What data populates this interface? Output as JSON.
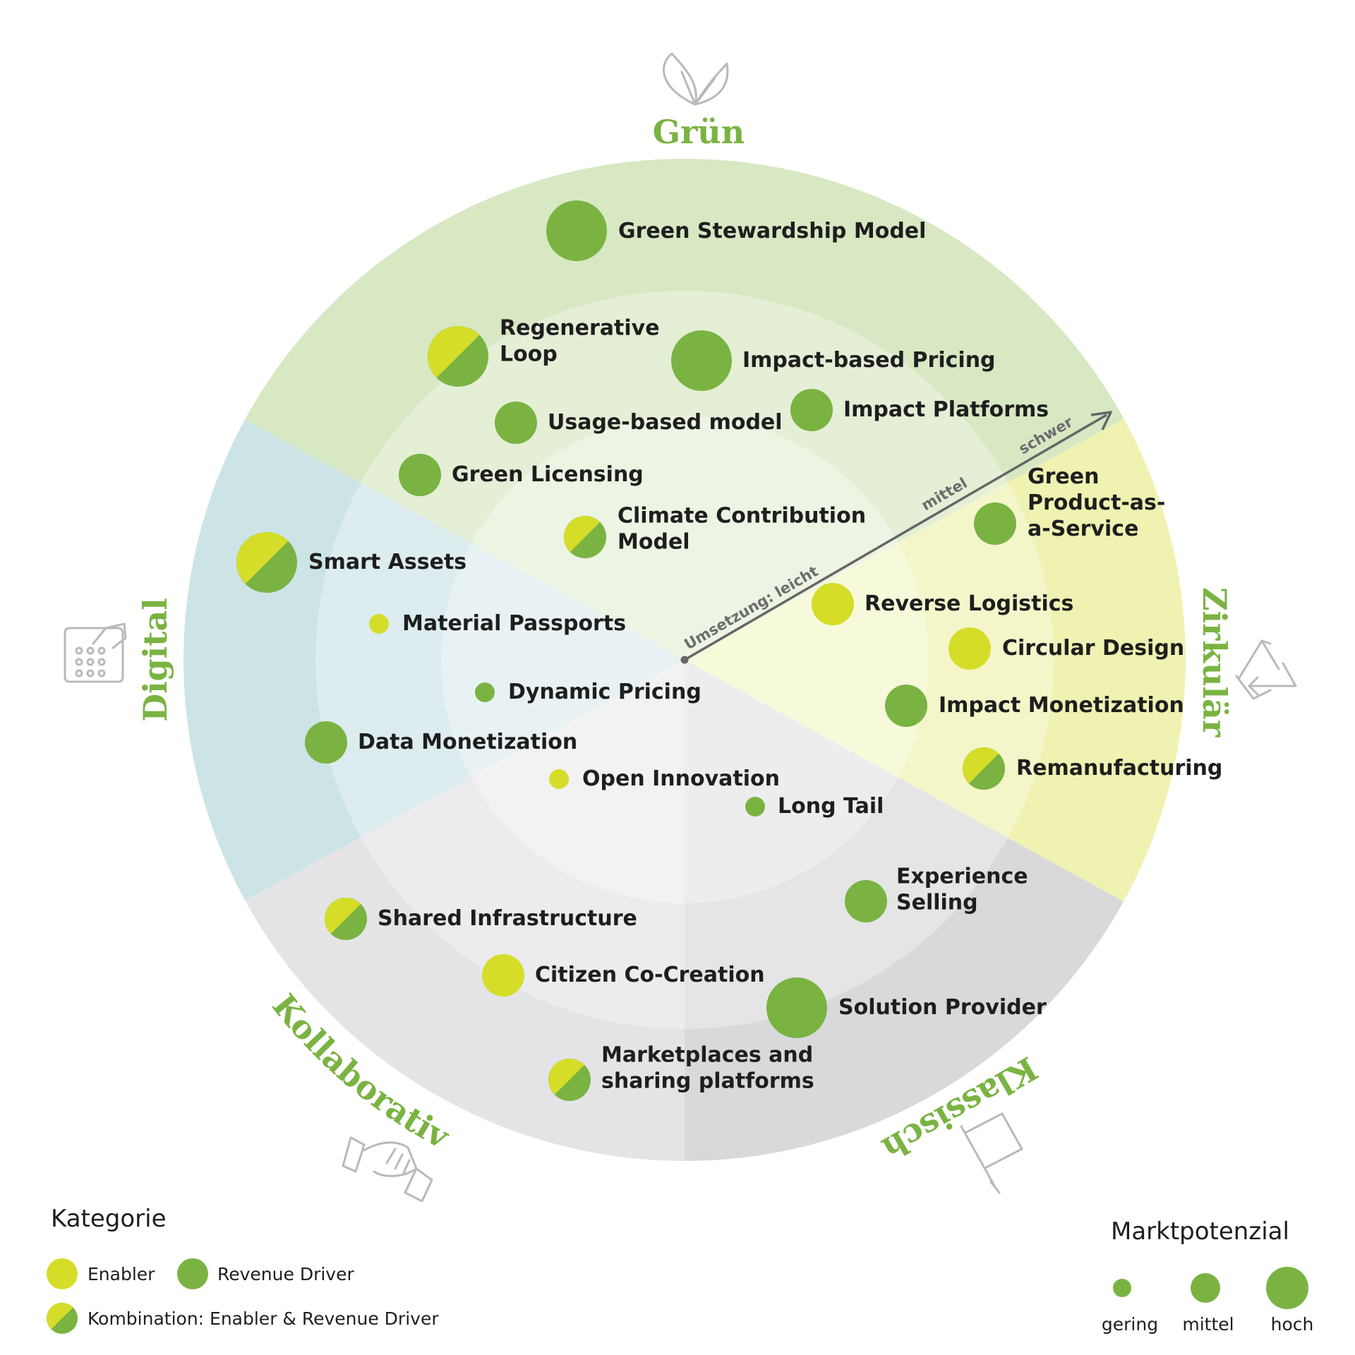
{
  "colors": {
    "enabler": "#d5dd29",
    "revenue_driver": "#7ab342",
    "title_green": "#7ab342"
  },
  "categories": {
    "gruen": "Grün",
    "zirkulaer": "Zirkulär",
    "klassisch": "Klassisch",
    "kollaborativ": "Kollaborativ",
    "digital": "Digital"
  },
  "axis": {
    "leicht": "Umsetzung: leicht",
    "mittel": "mittel",
    "schwer": "schwer"
  },
  "items": [
    {
      "lines": [
        "Green Stewardship Model"
      ],
      "type": "revenue",
      "potential": "hoch"
    },
    {
      "lines": [
        "Regenerative",
        "Loop"
      ],
      "type": "combination",
      "potential": "hoch"
    },
    {
      "lines": [
        "Impact-based Pricing"
      ],
      "type": "revenue",
      "potential": "hoch"
    },
    {
      "lines": [
        "Usage-based model"
      ],
      "type": "revenue",
      "potential": "mittel"
    },
    {
      "lines": [
        "Impact Platforms"
      ],
      "type": "revenue",
      "potential": "mittel"
    },
    {
      "lines": [
        "Green Licensing"
      ],
      "type": "revenue",
      "potential": "mittel"
    },
    {
      "lines": [
        "Climate Contribution",
        "Model"
      ],
      "type": "combination",
      "potential": "mittel"
    },
    {
      "lines": [
        "Green",
        "Product-as-",
        "a-Service"
      ],
      "type": "revenue",
      "potential": "mittel"
    },
    {
      "lines": [
        "Smart Assets"
      ],
      "type": "combination",
      "potential": "hoch"
    },
    {
      "lines": [
        "Material Passports"
      ],
      "type": "enabler",
      "potential": "gering"
    },
    {
      "lines": [
        "Reverse Logistics"
      ],
      "type": "enabler",
      "potential": "mittel"
    },
    {
      "lines": [
        "Circular Design"
      ],
      "type": "enabler",
      "potential": "mittel"
    },
    {
      "lines": [
        "Dynamic Pricing"
      ],
      "type": "revenue",
      "potential": "gering"
    },
    {
      "lines": [
        "Impact Monetization"
      ],
      "type": "revenue",
      "potential": "mittel"
    },
    {
      "lines": [
        "Data Monetization"
      ],
      "type": "revenue",
      "potential": "mittel"
    },
    {
      "lines": [
        "Remanufacturing"
      ],
      "type": "combination",
      "potential": "mittel"
    },
    {
      "lines": [
        "Open Innovation"
      ],
      "type": "enabler",
      "potential": "gering"
    },
    {
      "lines": [
        "Long Tail"
      ],
      "type": "revenue",
      "potential": "gering"
    },
    {
      "lines": [
        "Experience",
        "Selling"
      ],
      "type": "revenue",
      "potential": "mittel"
    },
    {
      "lines": [
        "Shared Infrastructure"
      ],
      "type": "combination",
      "potential": "mittel"
    },
    {
      "lines": [
        "Citizen Co-Creation"
      ],
      "type": "enabler",
      "potential": "mittel"
    },
    {
      "lines": [
        "Solution Provider"
      ],
      "type": "revenue",
      "potential": "hoch"
    },
    {
      "lines": [
        "Marketplaces and",
        "sharing platforms"
      ],
      "type": "combination",
      "potential": "mittel"
    }
  ],
  "legend": {
    "category_title": "Kategorie",
    "enabler": "Enabler",
    "revenue": "Revenue Driver",
    "combination": "Kombination: Enabler & Revenue Driver",
    "potential_title": "Marktpotenzial",
    "gering": "gering",
    "mittel": "mittel",
    "hoch": "hoch"
  }
}
